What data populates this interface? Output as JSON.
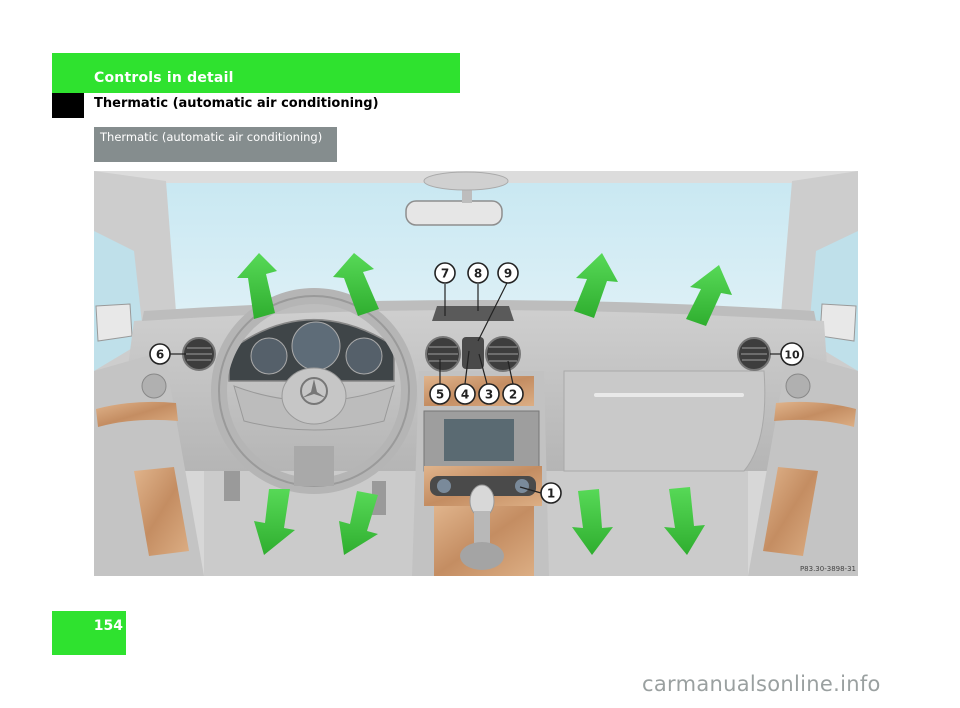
{
  "header": {
    "chapter": "Controls in detail",
    "section": "Thermatic (automatic air conditioning)"
  },
  "heading_box": {
    "text": "Thermatic (automatic air conditioning)"
  },
  "figure": {
    "code": "P83.30-3898-31",
    "callouts": [
      "1",
      "2",
      "3",
      "4",
      "5",
      "6",
      "7",
      "8",
      "9",
      "10"
    ]
  },
  "page_number": "154",
  "watermark": "carmanualsonline.info",
  "colors": {
    "accent_green": "#2fe22f",
    "heading_grey": "#858d8e",
    "arrow_green": "#3cc43c"
  }
}
